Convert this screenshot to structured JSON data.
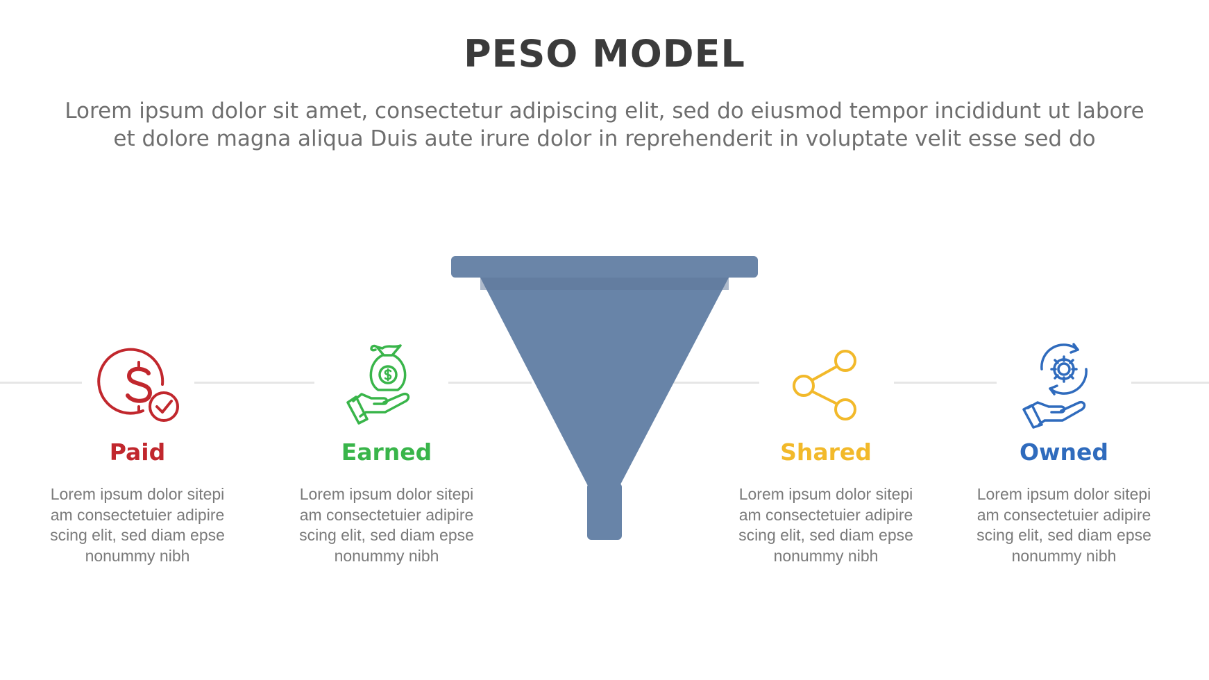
{
  "title": "PESO MODEL",
  "subtitle": {
    "line1": "Lorem ipsum dolor sit amet, consectetur adipiscing elit, sed do eiusmod tempor incididunt ut labore",
    "line2": "et dolore magna aliqua Duis aute irure dolor in reprehenderit in voluptate velit esse sed do"
  },
  "colors": {
    "funnel": "#6884a8",
    "funnel_rim": "#6a85a8",
    "paid": "#c1272d",
    "earned": "#39b54a",
    "shared": "#f2b92a",
    "owned": "#2f6bbd",
    "timeline": "#e6e6e6"
  },
  "items": [
    {
      "key": "paid",
      "label": "Paid",
      "icon": "dollar-coin-check-icon",
      "desc": [
        "Lorem ipsum dolor sitepi",
        "am consectetuier adipire",
        "scing elit, sed diam epse",
        "nonummy nibh"
      ]
    },
    {
      "key": "earned",
      "label": "Earned",
      "icon": "money-bag-hand-icon",
      "desc": [
        "Lorem ipsum dolor sitepi",
        "am consectetuier adipire",
        "scing elit, sed diam epse",
        "nonummy nibh"
      ]
    },
    {
      "key": "shared",
      "label": "Shared",
      "icon": "share-icon",
      "desc": [
        "Lorem ipsum dolor sitepi",
        "am consectetuier adipire",
        "scing elit, sed diam epse",
        "nonummy nibh"
      ]
    },
    {
      "key": "owned",
      "label": "Owned",
      "icon": "gear-hand-cycle-icon",
      "desc": [
        "Lorem ipsum dolor sitepi",
        "am consectetuier adipire",
        "scing elit, sed diam epse",
        "nonummy nibh"
      ]
    }
  ]
}
